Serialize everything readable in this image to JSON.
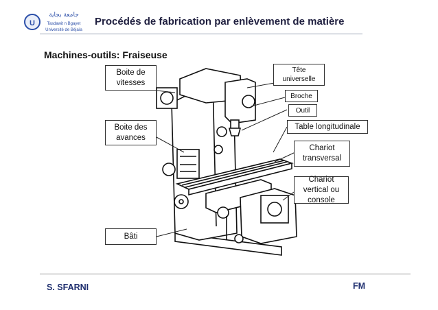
{
  "header": {
    "title": "Procédés de fabrication par enlèvement de matière",
    "logo_arabic": "جامعة بجاية",
    "logo_line1": "Tasdawit n Bgayet",
    "logo_line2": "Université de Béjaïa"
  },
  "subtitle": "Machines-outils: Fraiseuse",
  "labels": {
    "boite_vitesses": "Boite de vitesses",
    "boite_avances": "Boite des avances",
    "bati": "Bâti",
    "tete": "Tête universelle",
    "broche": "Broche",
    "outil": "Outil",
    "table": "Table longitudinale",
    "chariot_transversal": "Chariot transversal",
    "chariot_vertical": "Chariot vertical ou console"
  },
  "footer": {
    "author": "S. SFARNI",
    "initials": "FM"
  },
  "colors": {
    "title": "#1f1f3f",
    "footer_text": "#1f2f6f"
  }
}
